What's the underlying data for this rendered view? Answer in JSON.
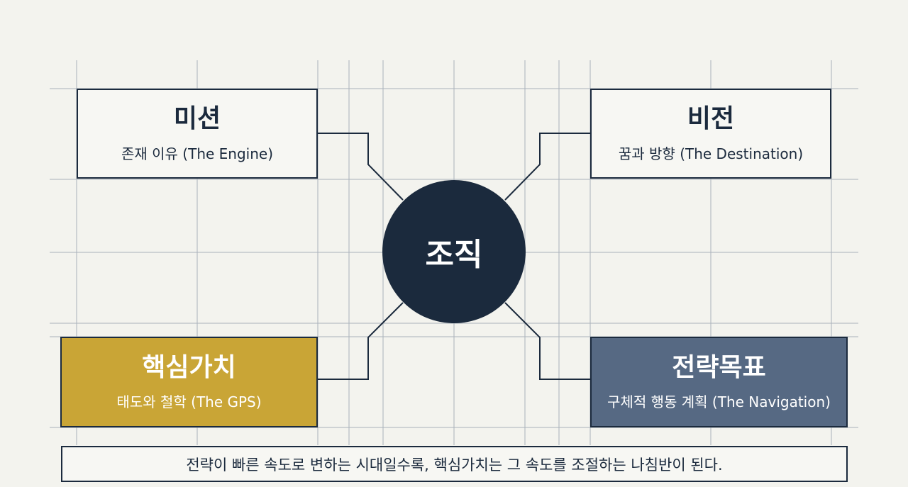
{
  "center": {
    "label": "조직"
  },
  "boxes": {
    "mission": {
      "title": "미션",
      "subtitle": "존재 이유 (The Engine)"
    },
    "vision": {
      "title": "비전",
      "subtitle": "꿈과 방향 (The Destination)"
    },
    "values": {
      "title": "핵심가치",
      "subtitle": "태도와 철학 (The GPS)"
    },
    "strategy": {
      "title": "전략목표",
      "subtitle": "구체적 행동 계획 (The Navigation)"
    }
  },
  "footer": {
    "text": "전략이 빠른 속도로 변하는 시대일수록, 핵심가치는 그 속도를 조절하는 나침반이 된다."
  },
  "colors": {
    "navy": "#1b2a3d",
    "gold": "#c9a536",
    "slate": "#566983",
    "background": "#f3f3ee",
    "grid": "#a9b1bb"
  }
}
